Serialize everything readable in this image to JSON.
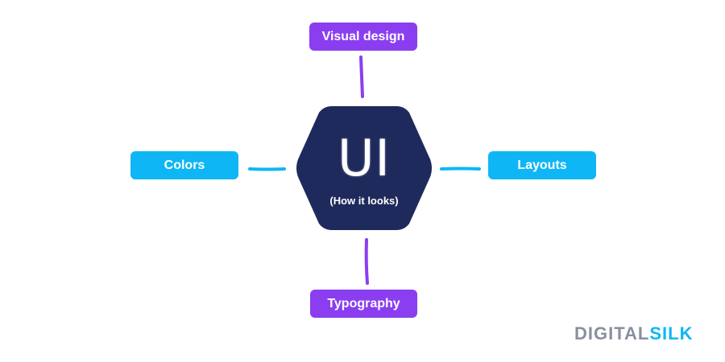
{
  "center": {
    "title": "UI",
    "subtitle": "(How it looks)",
    "color": "#1f2a5c"
  },
  "nodes": {
    "top": {
      "label": "Visual design",
      "color": "#8a3ef0"
    },
    "bottom": {
      "label": "Typography",
      "color": "#8a3ef0"
    },
    "left": {
      "label": "Colors",
      "color": "#0fb6f5"
    },
    "right": {
      "label": "Layouts",
      "color": "#0fb6f5"
    }
  },
  "brand": {
    "part1": "DIGITAL",
    "part2": "SILK"
  }
}
